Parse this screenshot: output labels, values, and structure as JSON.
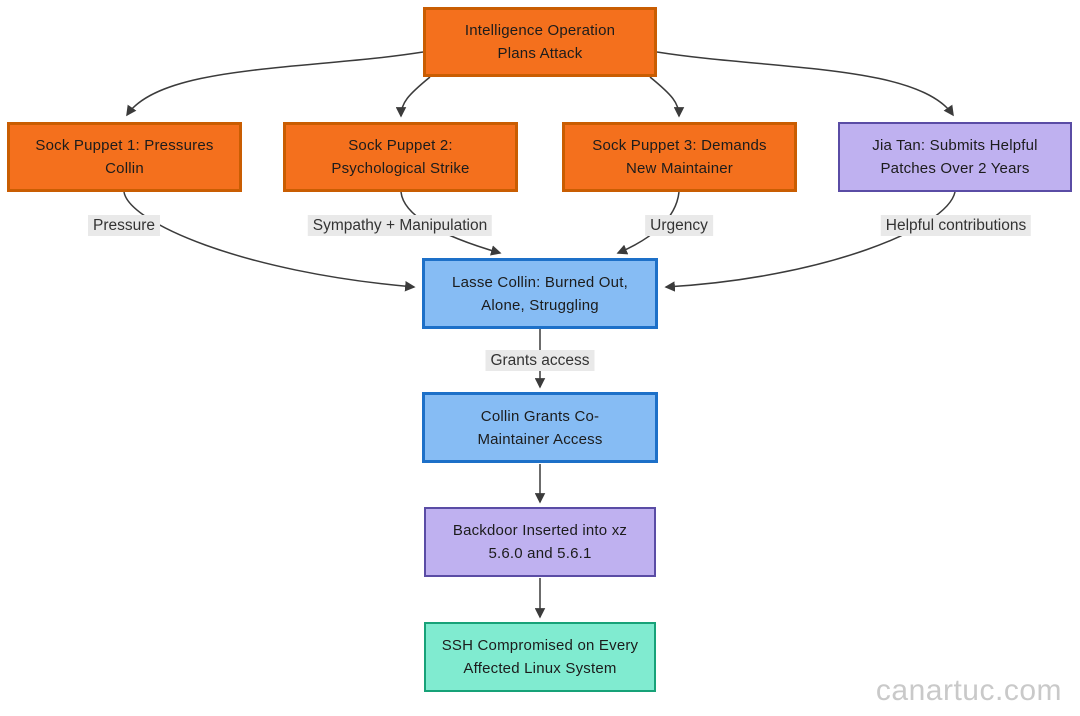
{
  "nodes": {
    "intel": {
      "line1": "Intelligence Operation",
      "line2": "Plans Attack"
    },
    "sp1": {
      "line1": "Sock Puppet 1: Pressures",
      "line2": "Collin"
    },
    "sp2": {
      "line1": "Sock Puppet 2:",
      "line2": "Psychological Strike"
    },
    "sp3": {
      "line1": "Sock Puppet 3: Demands",
      "line2": "New Maintainer"
    },
    "jia": {
      "line1": "Jia Tan: Submits Helpful",
      "line2": "Patches Over 2 Years"
    },
    "lasse": {
      "line1": "Lasse Collin: Burned Out,",
      "line2": "Alone, Struggling"
    },
    "grants": {
      "line1": "Collin Grants Co-",
      "line2": "Maintainer Access"
    },
    "backdoor": {
      "line1": "Backdoor Inserted into xz",
      "line2": "5.6.0 and 5.6.1"
    },
    "ssh": {
      "line1": "SSH Compromised on Every",
      "line2": "Affected Linux System"
    }
  },
  "edge_labels": {
    "pressure": "Pressure",
    "sympathy": "Sympathy + Manipulation",
    "urgency": "Urgency",
    "helpful": "Helpful contributions",
    "grants_access": "Grants access"
  },
  "watermark": "canartuc.com",
  "colors": {
    "orange-fill": "#F4701D",
    "orange-border": "#C95D02",
    "purple-fill": "#BFB1F0",
    "purple-border": "#5A4CA5",
    "blue-fill": "#86BCF4",
    "blue-border": "#1D70C8",
    "teal-fill": "#80EBD0",
    "teal-border": "#17A278",
    "label-bg": "#E9E9E9",
    "edge-stroke": "#3B3B3B",
    "text": "#1C1C1C",
    "watermark-color": "#C9C9C9"
  }
}
